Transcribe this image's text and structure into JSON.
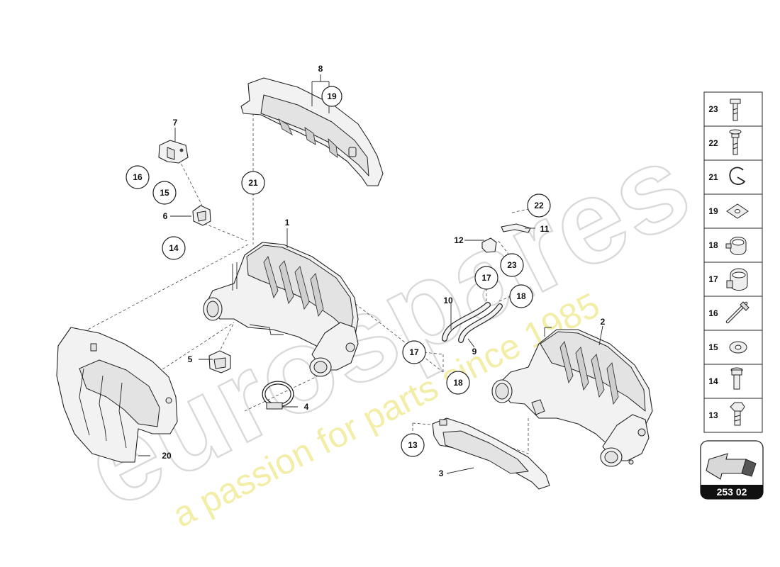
{
  "watermark": {
    "brand": "eurospares",
    "tagline": "a passion for parts since 1985"
  },
  "callouts": [
    {
      "id": "c1",
      "text": "1",
      "circled": false
    },
    {
      "id": "c2",
      "text": "2",
      "circled": false
    },
    {
      "id": "c3",
      "text": "3",
      "circled": false
    },
    {
      "id": "c4",
      "text": "4",
      "circled": false
    },
    {
      "id": "c5",
      "text": "5",
      "circled": false
    },
    {
      "id": "c6",
      "text": "6",
      "circled": false
    },
    {
      "id": "c7",
      "text": "7",
      "circled": false
    },
    {
      "id": "c8",
      "text": "8",
      "circled": false
    },
    {
      "id": "c9",
      "text": "9",
      "circled": false
    },
    {
      "id": "c10",
      "text": "10",
      "circled": false
    },
    {
      "id": "c11",
      "text": "11",
      "circled": false
    },
    {
      "id": "c12",
      "text": "12",
      "circled": false
    },
    {
      "id": "c20",
      "text": "20",
      "circled": false
    },
    {
      "id": "c19",
      "text": "19",
      "circled": true
    },
    {
      "id": "c21",
      "text": "21",
      "circled": true
    },
    {
      "id": "c16",
      "text": "16",
      "circled": true
    },
    {
      "id": "c15",
      "text": "15",
      "circled": true
    },
    {
      "id": "c14",
      "text": "14",
      "circled": true
    },
    {
      "id": "c22",
      "text": "22",
      "circled": true
    },
    {
      "id": "c23",
      "text": "23",
      "circled": true
    },
    {
      "id": "c17a",
      "text": "17",
      "circled": true
    },
    {
      "id": "c18a",
      "text": "18",
      "circled": true
    },
    {
      "id": "c17b",
      "text": "17",
      "circled": true
    },
    {
      "id": "c18b",
      "text": "18",
      "circled": true
    },
    {
      "id": "c13",
      "text": "13",
      "circled": true
    }
  ],
  "legend": [
    {
      "num": "23",
      "icon": "bolt-icon"
    },
    {
      "num": "22",
      "icon": "collar-bolt-icon"
    },
    {
      "num": "21",
      "icon": "spring-clip-icon"
    },
    {
      "num": "19",
      "icon": "square-nut-icon"
    },
    {
      "num": "18",
      "icon": "hose-clamp-icon"
    },
    {
      "num": "17",
      "icon": "band-clamp-icon"
    },
    {
      "num": "16",
      "icon": "stud-bolt-icon"
    },
    {
      "num": "15",
      "icon": "washer-icon"
    },
    {
      "num": "14",
      "icon": "flange-bolt-icon"
    },
    {
      "num": "13",
      "icon": "hex-flange-bolt-icon"
    }
  ],
  "reference": {
    "code": "253 02",
    "icon": "direction-arrow-icon"
  }
}
